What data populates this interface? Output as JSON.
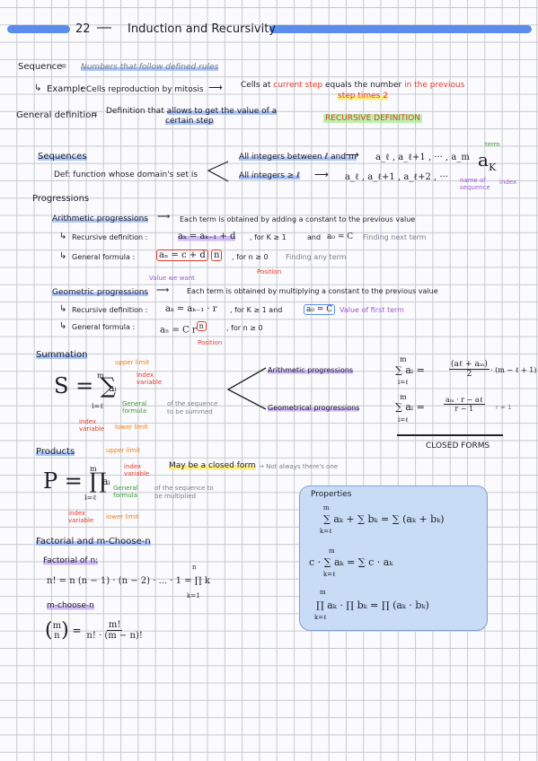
{
  "header": {
    "page_number": "22",
    "dash": "—",
    "title": "Induction and Recursivity"
  },
  "sequence_def": {
    "label": "Sequence",
    "eq": "=",
    "text": "Numbers that follow defined rules",
    "example_label": "Example",
    "example_text": ": Cells reproduction by mitosis",
    "example_result_a": "Cells at ",
    "example_result_b": "current step",
    "example_result_c": " equals the number ",
    "example_result_d": "in the previous",
    "example_result_e": "step times 2",
    "general_label": "General definition",
    "general_text_a": "Definition that ",
    "general_text_b": "allows to get the value of a",
    "general_text_c": "certain step",
    "recursive_label": "RECURSIVE DEFINITION"
  },
  "sequences": {
    "label": "Sequences",
    "def_text": "Def: function whose domain's set is",
    "row1_text": "All integers between ℓ and m",
    "row1_result": "a_ℓ , a_ℓ+1 , ··· , a_m",
    "row2_text": "All integers ≥ ℓ",
    "row2_result": "a_ℓ , a_ℓ+1 , a_ℓ+2 , ···",
    "term_label": "term",
    "term_symbol": "a",
    "term_sub": "K",
    "name_label": "name of sequence",
    "index_label": "index"
  },
  "progressions": {
    "label": "Progressions",
    "arith_label": "Arithmetic progressions",
    "arith_text": "Each term is obtained by adding a constant to the previous value",
    "arith_rec_label": "Recursive definition :",
    "arith_rec_formula": "aₖ = aₖ₋₁ + d",
    "arith_rec_cond": ", for K ≥ 1",
    "arith_rec_and": "and",
    "arith_rec_init": "a₀ = C",
    "arith_rec_note": "Finding next term",
    "arith_gen_label": "General formula :",
    "arith_gen_formula_a": "aₙ = c + d",
    "arith_gen_formula_n": "n",
    "arith_gen_cond": ", for n ≥ 0",
    "arith_gen_note": "Finding any term",
    "position_label": "Position",
    "value_label": "Value we want",
    "geo_label": "Geometric progressions",
    "geo_text": "Each term is obtained by multiplying a constant to the previous value",
    "geo_rec_label": "Recursive definition :",
    "geo_rec_formula": "aₖ = aₖ₋₁ · r",
    "geo_rec_cond": ", for K ≥ 1 and",
    "geo_rec_init": "a₀ = C",
    "geo_rec_note": "Value of first term",
    "geo_gen_label": "General formula :",
    "geo_gen_formula": "aₙ = C r",
    "geo_gen_exp": "n",
    "geo_gen_cond": ", for n ≥ 0",
    "geo_position_label": "Position"
  },
  "summation": {
    "label": "Summation",
    "symbol": "S = ∑",
    "upper": "m",
    "lower": "i=ℓ",
    "term": "aᵢ",
    "upper_limit_label": "upper limit",
    "index_var_label": "index variable",
    "general_formula_label": "General formula",
    "of_sequence_label": "of the sequence to be summed",
    "index_var_label2": "index variable",
    "lower_limit_label": "lower limit",
    "arith_link": "Arithmetic progressions",
    "geo_link": "Geometrical progressions",
    "closed_arith_lhs": "∑ aᵢ =",
    "closed_arith_num": "(aℓ + aₘ)",
    "closed_arith_den": "2",
    "closed_arith_tail": "· (m − ℓ + 1)",
    "closed_geo_lhs": "∑ aᵢ =",
    "closed_geo_num": "aₘ · r − aℓ",
    "closed_geo_den": "r − 1",
    "closed_geo_cond": "r ≠ 1",
    "closed_label": "CLOSED FORMS"
  },
  "products": {
    "label": "Products",
    "symbol": "P = ∏",
    "upper": "m",
    "lower": "i=ℓ",
    "term": "aᵢ",
    "upper_limit_label": "upper limit",
    "index_var_label": "index variable",
    "general_formula_label": "General formula",
    "of_sequence_label": "of the sequence to be multiplied",
    "index_var_label2": "index variable",
    "lower_limit_label": "lower limit",
    "closed_note": "May be a closed form",
    "closed_note_b": "→ Not always there's one"
  },
  "properties": {
    "label": "Properties",
    "p1": "∑ aₖ + ∑ bₖ = ∑ (aₖ + bₖ)",
    "p2": "c · ∑ aₖ = ∑ c · aₖ",
    "p3": "∏ aₖ · ∏ bₖ = ∏ (aₖ · bₖ)",
    "lim_top": "m",
    "lim_bottom": "k=ℓ"
  },
  "factorial": {
    "label": "Factorial and m-Choose-n",
    "factorial_label": "Factorial of n:",
    "factorial_formula": "n! = n (n − 1) · (n − 2) · ... · 1 = ∏ k",
    "prod_top": "n",
    "prod_bottom": "k=1",
    "choose_label": "m-choose-n",
    "choose_lhs_top": "m",
    "choose_lhs_bottom": "n",
    "choose_num": "m!",
    "choose_den": "n! · (m − n)!"
  }
}
